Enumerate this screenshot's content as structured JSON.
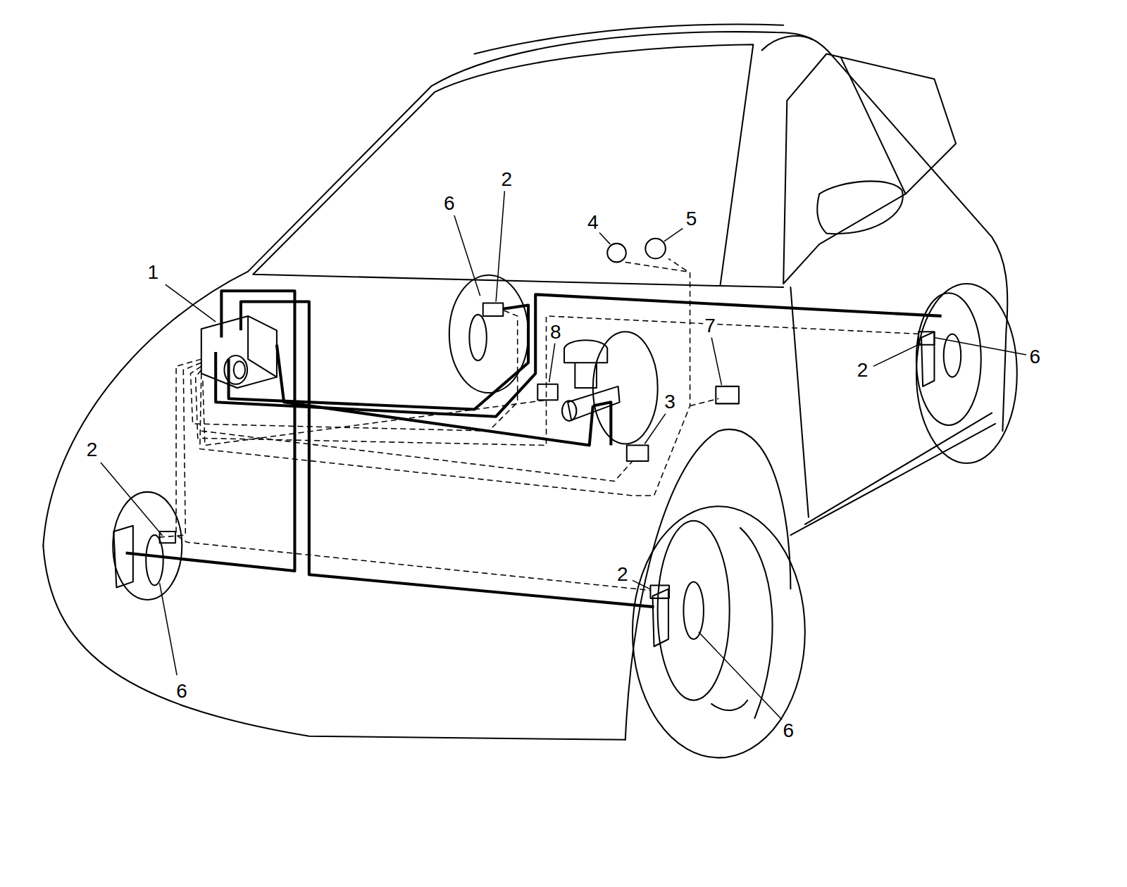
{
  "diagram": {
    "labels": [
      "2",
      "6",
      "4",
      "5",
      "1",
      "8",
      "7",
      "3",
      "2",
      "6",
      "2",
      "6",
      "2",
      "6"
    ]
  }
}
